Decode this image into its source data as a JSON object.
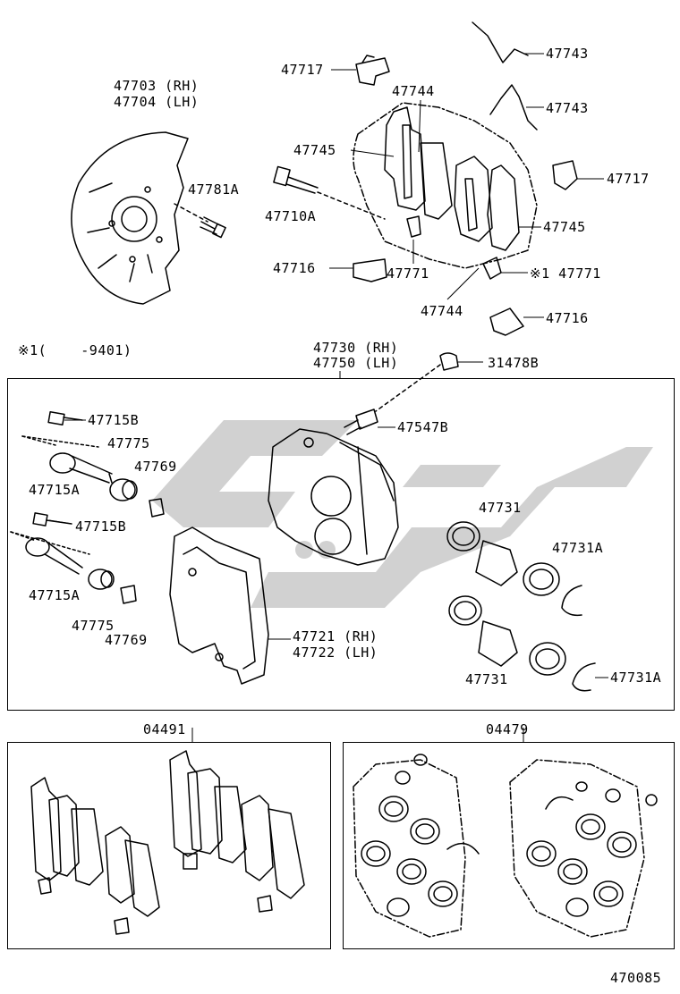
{
  "colors": {
    "ink": "#000000",
    "paper": "#ffffff",
    "watermark": "#c9c9c9"
  },
  "watermark_name": "arabic-logo-watermark",
  "labels": {
    "shield_rh": "47703 (RH)",
    "shield_lh": "47704 (LH)",
    "bolt_shield": "47781A",
    "clip_top": "47717",
    "clip_right": "47717",
    "spring_1": "47743",
    "spring_2": "47743",
    "pad_upper": "47744",
    "pad_lower": "47744",
    "shim_left": "47745",
    "shim_right": "47745",
    "bolt_mount": "47710A",
    "clip_bottom_left": "47716",
    "clip_bottom_right": "47716",
    "indicator_1": "47771",
    "indicator_2": "※1 47771",
    "footnote": "※1(    -9401)",
    "caliper_rh": "47730 (RH)",
    "caliper_lh": "47750 (LH)",
    "cap": "31478B",
    "bleeder": "47547B",
    "pin_bolt_1": "47715B",
    "pin_bolt_2": "47715B",
    "pin_1": "47715A",
    "pin_2": "47715A",
    "boot_1": "47775",
    "boot_2": "47775",
    "bush_1": "47769",
    "bush_2": "47769",
    "piston_upper": "47731",
    "piston_lower": "47731",
    "ring_upper": "47731A",
    "ring_lower": "47731A",
    "mount_rh": "47721 (RH)",
    "mount_lh": "47722 (LH)",
    "kit_pads": "04491",
    "kit_seals": "04479",
    "diagram_id": "470085"
  }
}
